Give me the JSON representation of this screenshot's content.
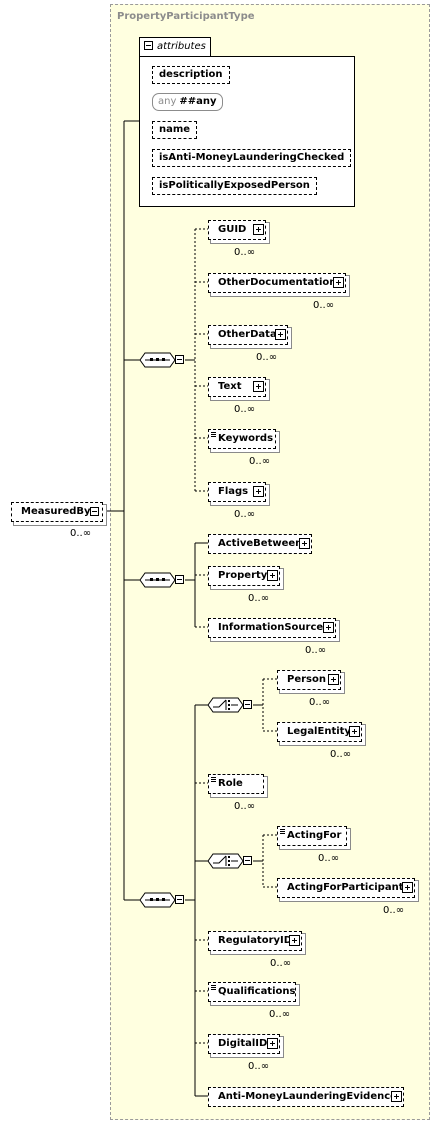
{
  "type_title": "PropertyParticipantType",
  "attributes": {
    "tab_label": "attributes",
    "items": [
      "description",
      "name",
      "isAnti-MoneyLaunderingChecked",
      "isPoliticallyExposedPerson"
    ],
    "any": {
      "prefix": "any",
      "value": "##any"
    }
  },
  "root": {
    "name": "MeasuredBy",
    "occurs": "0..∞"
  },
  "sequence1": [
    {
      "name": "GUID",
      "occurs": "0..∞"
    },
    {
      "name": "OtherDocumentation",
      "occurs": "0..∞"
    },
    {
      "name": "OtherData",
      "occurs": "0..∞"
    },
    {
      "name": "Text",
      "occurs": "0..∞"
    },
    {
      "name": "Keywords",
      "occurs": "0..∞"
    },
    {
      "name": "Flags",
      "occurs": "0..∞"
    }
  ],
  "sequence2": [
    {
      "name": "ActiveBetween",
      "occurs": ""
    },
    {
      "name": "Property",
      "occurs": "0..∞"
    },
    {
      "name": "InformationSources",
      "occurs": "0..∞"
    }
  ],
  "choice1": [
    {
      "name": "Person",
      "occurs": "0..∞"
    },
    {
      "name": "LegalEntity",
      "occurs": "0..∞"
    }
  ],
  "role": {
    "name": "Role",
    "occurs": "0..∞"
  },
  "choice2": [
    {
      "name": "ActingFor",
      "occurs": "0..∞"
    },
    {
      "name": "ActingForParticipants",
      "occurs": "0..∞"
    }
  ],
  "sequence3_tail": [
    {
      "name": "RegulatoryID",
      "occurs": "0..∞"
    },
    {
      "name": "Qualifications",
      "occurs": "0..∞"
    },
    {
      "name": "DigitalID",
      "occurs": "0..∞"
    },
    {
      "name": "Anti-MoneyLaunderingEvidence",
      "occurs": ""
    }
  ]
}
